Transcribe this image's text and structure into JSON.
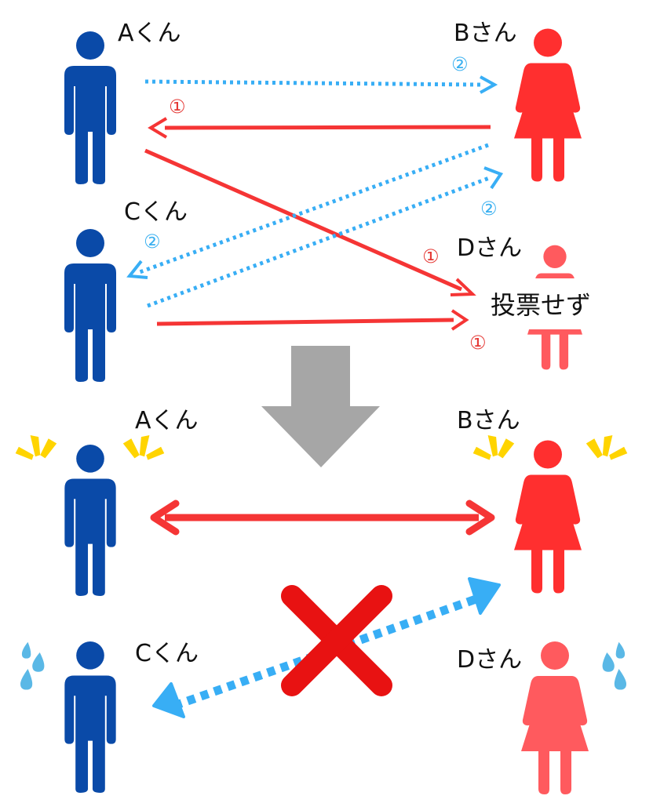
{
  "colors": {
    "male": "#0a4aa8",
    "female": "#ff2f2f",
    "female_light": "#ff5a5e",
    "arrow_red": "#f53535",
    "arrow_blue": "#38aef5",
    "down_arrow": "#a6a6a6",
    "cross": "#e81212",
    "sparkle": "#ffd400",
    "tear": "#5ab8e6"
  },
  "icons": {
    "male": "person-male-icon",
    "female": "person-female-icon",
    "down_arrow": "down-arrow-icon",
    "cross": "cross-mark-icon",
    "sparkle": "sparkle-icon",
    "tear": "tear-drops-icon"
  },
  "top": {
    "names": {
      "a": "Aくん",
      "b": "Bさん",
      "c": "Cくん",
      "d": "Dさん"
    },
    "arrow_labels": {
      "b_to_a": "①",
      "a_to_b": "②",
      "a_to_d": "①",
      "c_to_d": "①",
      "b_to_c": "②",
      "c_to_b": "②"
    },
    "d_status": "投票せず"
  },
  "bottom": {
    "names": {
      "a": "Aくん",
      "b": "Bさん",
      "c": "Cくん",
      "d": "Dさん"
    }
  }
}
